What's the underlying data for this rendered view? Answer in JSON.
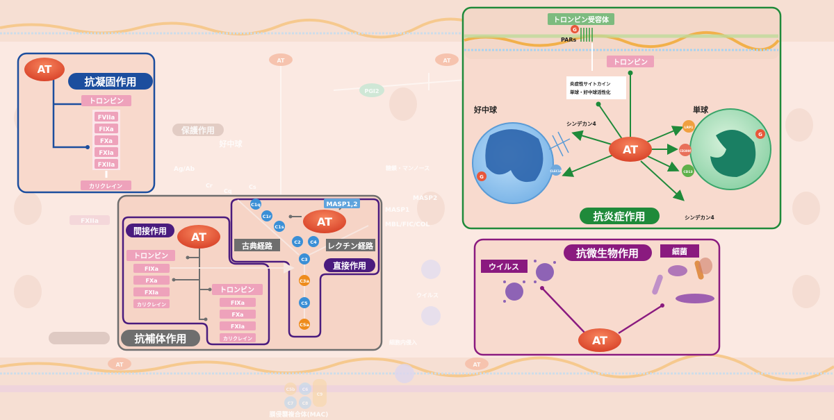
{
  "background": {
    "protective_label": "保護作用",
    "neutrophil_label": "好中球",
    "at_labels": [
      "AT",
      "AT",
      "AT",
      "AT"
    ],
    "pgi2": "PGI2",
    "ag_ab": "Ag/Ab",
    "sugar_mannose": "糖鎖・マンノース",
    "masp1": "MASP1",
    "masp2": "MASP2",
    "mbl": "MBL/FIC/COL",
    "virus": "ウイルス",
    "invasion": "細胞内侵入",
    "fxiia": "FXIIa",
    "mac": "膜侵襲複合体(MAC)",
    "mac_parts": [
      "C5b",
      "C6",
      "C7",
      "C8",
      "C9"
    ],
    "cq": "Cq",
    "cr": "Cr",
    "cs": "Cs"
  },
  "anticoagulant": {
    "title": "抗凝固作用",
    "at": "AT",
    "thrombin": "トロンビン",
    "factors": [
      "FVIIa",
      "FIXa",
      "FXa",
      "FXIa",
      "FXIIa"
    ],
    "kallikrein": "カリクレイン",
    "color": "#1c4e9e"
  },
  "anticomplement": {
    "title": "抗補体作用",
    "indirect": {
      "title": "間接作用",
      "at": "AT",
      "left_items": [
        "トロンビン",
        "FIXa",
        "FXa",
        "FXIa",
        "カリクレイン"
      ],
      "right_items": [
        "トロンビン",
        "FIXa",
        "FXa",
        "FXIa",
        "カリクレイン"
      ]
    },
    "direct": {
      "title": "直接作用",
      "at": "AT",
      "masp": "MASP1,2",
      "classical": "古典経路",
      "lectin": "レクチン経路",
      "components": [
        "C1q",
        "C1r",
        "C1s",
        "C2",
        "C4",
        "C3",
        "C3a",
        "C5",
        "C5a"
      ]
    }
  },
  "antiinflammatory": {
    "title": "抗炎症作用",
    "at": "AT",
    "receptor": "トロンビン受容体",
    "pars": "PARs",
    "thrombin": "トロンビン",
    "g": "G",
    "effects": [
      "炎症性サイトカイン",
      "単球・好中球活性化"
    ],
    "neutrophil": "好中球",
    "monocyte": "単球",
    "syndecan_left": "シンデカン4",
    "syndecan_right": "シンデカン4",
    "receptors": [
      "LRP1",
      "CD300f",
      "CD13"
    ],
    "clec": "CLEC1A",
    "color": "#1f8a3a"
  },
  "antimicrobial": {
    "title": "抗微生物作用",
    "at": "AT",
    "virus": "ウイルス",
    "bacteria": "細菌",
    "color": "#8a1a7f"
  }
}
